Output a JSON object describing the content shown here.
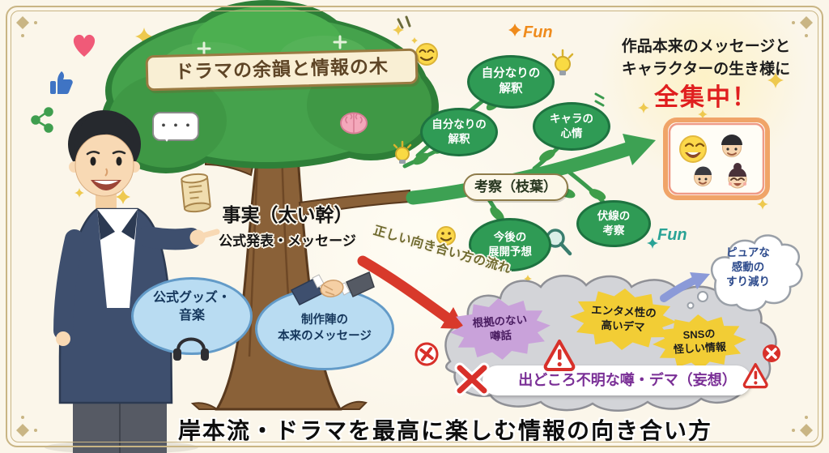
{
  "header": {
    "title": "ドラマの余韻と情報の木"
  },
  "focus": {
    "line1": "作品本来のメッセージと",
    "line2": "キャラクターの生き様に",
    "line3": "全集中！"
  },
  "fun": {
    "top": "Fun",
    "side": "Fun"
  },
  "tree": {
    "trunk_label": "事実（太い幹）",
    "trunk_sublabel": "公式発表・メッセージ",
    "branch_label": "考察（枝葉）",
    "speech_dots": "・・・",
    "bubbles": [
      "自分なりの\n解釈",
      "自分なりの\n解釈",
      "キャラの\n心情",
      "今後の\n展開予想",
      "伏線の\n考察"
    ]
  },
  "official": {
    "goods": "公式グッズ・\n音楽",
    "staff": "制作陣の\n本来のメッセージ"
  },
  "flow_label": "正しい向き合い方の流れ",
  "rumors": {
    "burst_purple": "根拠のない\n噂話",
    "burst_yellow1": "エンタメ性の\n高いデマ",
    "burst_yellow2": "SNSの\n怪しい情報",
    "banner": "出どころ不明な噂・デマ（妄想）"
  },
  "thought": "ピュアな\n感動の\nすり減り",
  "caption": "岸本流・ドラマを最高に楽しむ情報の向き合い方",
  "icons": {
    "heart-icon": "heart",
    "thumbs-up-icon": "thumbs up",
    "share-icon": "share nodes",
    "speech-ellipsis-icon": "speech bubble with dots",
    "scroll-icon": "paper scroll",
    "headphones-icon": "headphones",
    "handshake-icon": "handshake",
    "lightbulb-icon": "light bulb",
    "brain-icon": "brain",
    "smiley-icon": "smiley face",
    "magnifier-icon": "magnifying glass",
    "warning-icon": "warning triangle with exclamation",
    "cross-icon": "red x mark",
    "sparkle-icon": "four point sparkle",
    "laughing-emoji-icon": "laughing face",
    "photo-frame-icon": "framed happy viewers"
  },
  "colors": {
    "accent_red": "#e01f1f",
    "tree_green": "#3f9d4a",
    "bubble_green": "#2f9b55",
    "bubble_blue": "#b9dcf2",
    "burst_purple": "#c9a2da",
    "burst_yellow": "#f2cd35",
    "cloud_gray": "#d3d4d8",
    "banner_cream": "#f9efd4",
    "fun_orange": "#ef8b1c",
    "fun_teal": "#2aa396"
  }
}
